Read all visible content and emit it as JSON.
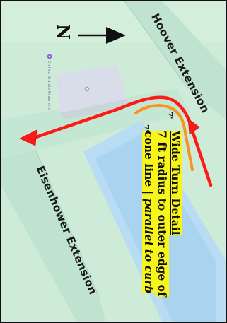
{
  "streets": {
    "hoover": "Hoover Extension",
    "eisenhower": "Eisenhower Extension"
  },
  "poi": {
    "label": "Etched Granite Pavement",
    "icon": "poi-pin-icon"
  },
  "north": {
    "letter": "N",
    "icon": "north-arrow-icon"
  },
  "dimensions": {
    "label_a": "7'",
    "label_b": "7'"
  },
  "note": {
    "title": "Wide Turn Detail",
    "line1": "7 ft radius to outer edge of",
    "line2_normal": "cone line | ",
    "line2_italic": "parallel to curb"
  },
  "colors": {
    "park": "#cdebd6",
    "road": "#bfe3cf",
    "water": "#b7dcf3",
    "plaza": "#d9dce9",
    "route": "#ff1a1a",
    "cone_line": "#f7941d",
    "highlight": "#f7f51a",
    "frame": "#111111"
  }
}
